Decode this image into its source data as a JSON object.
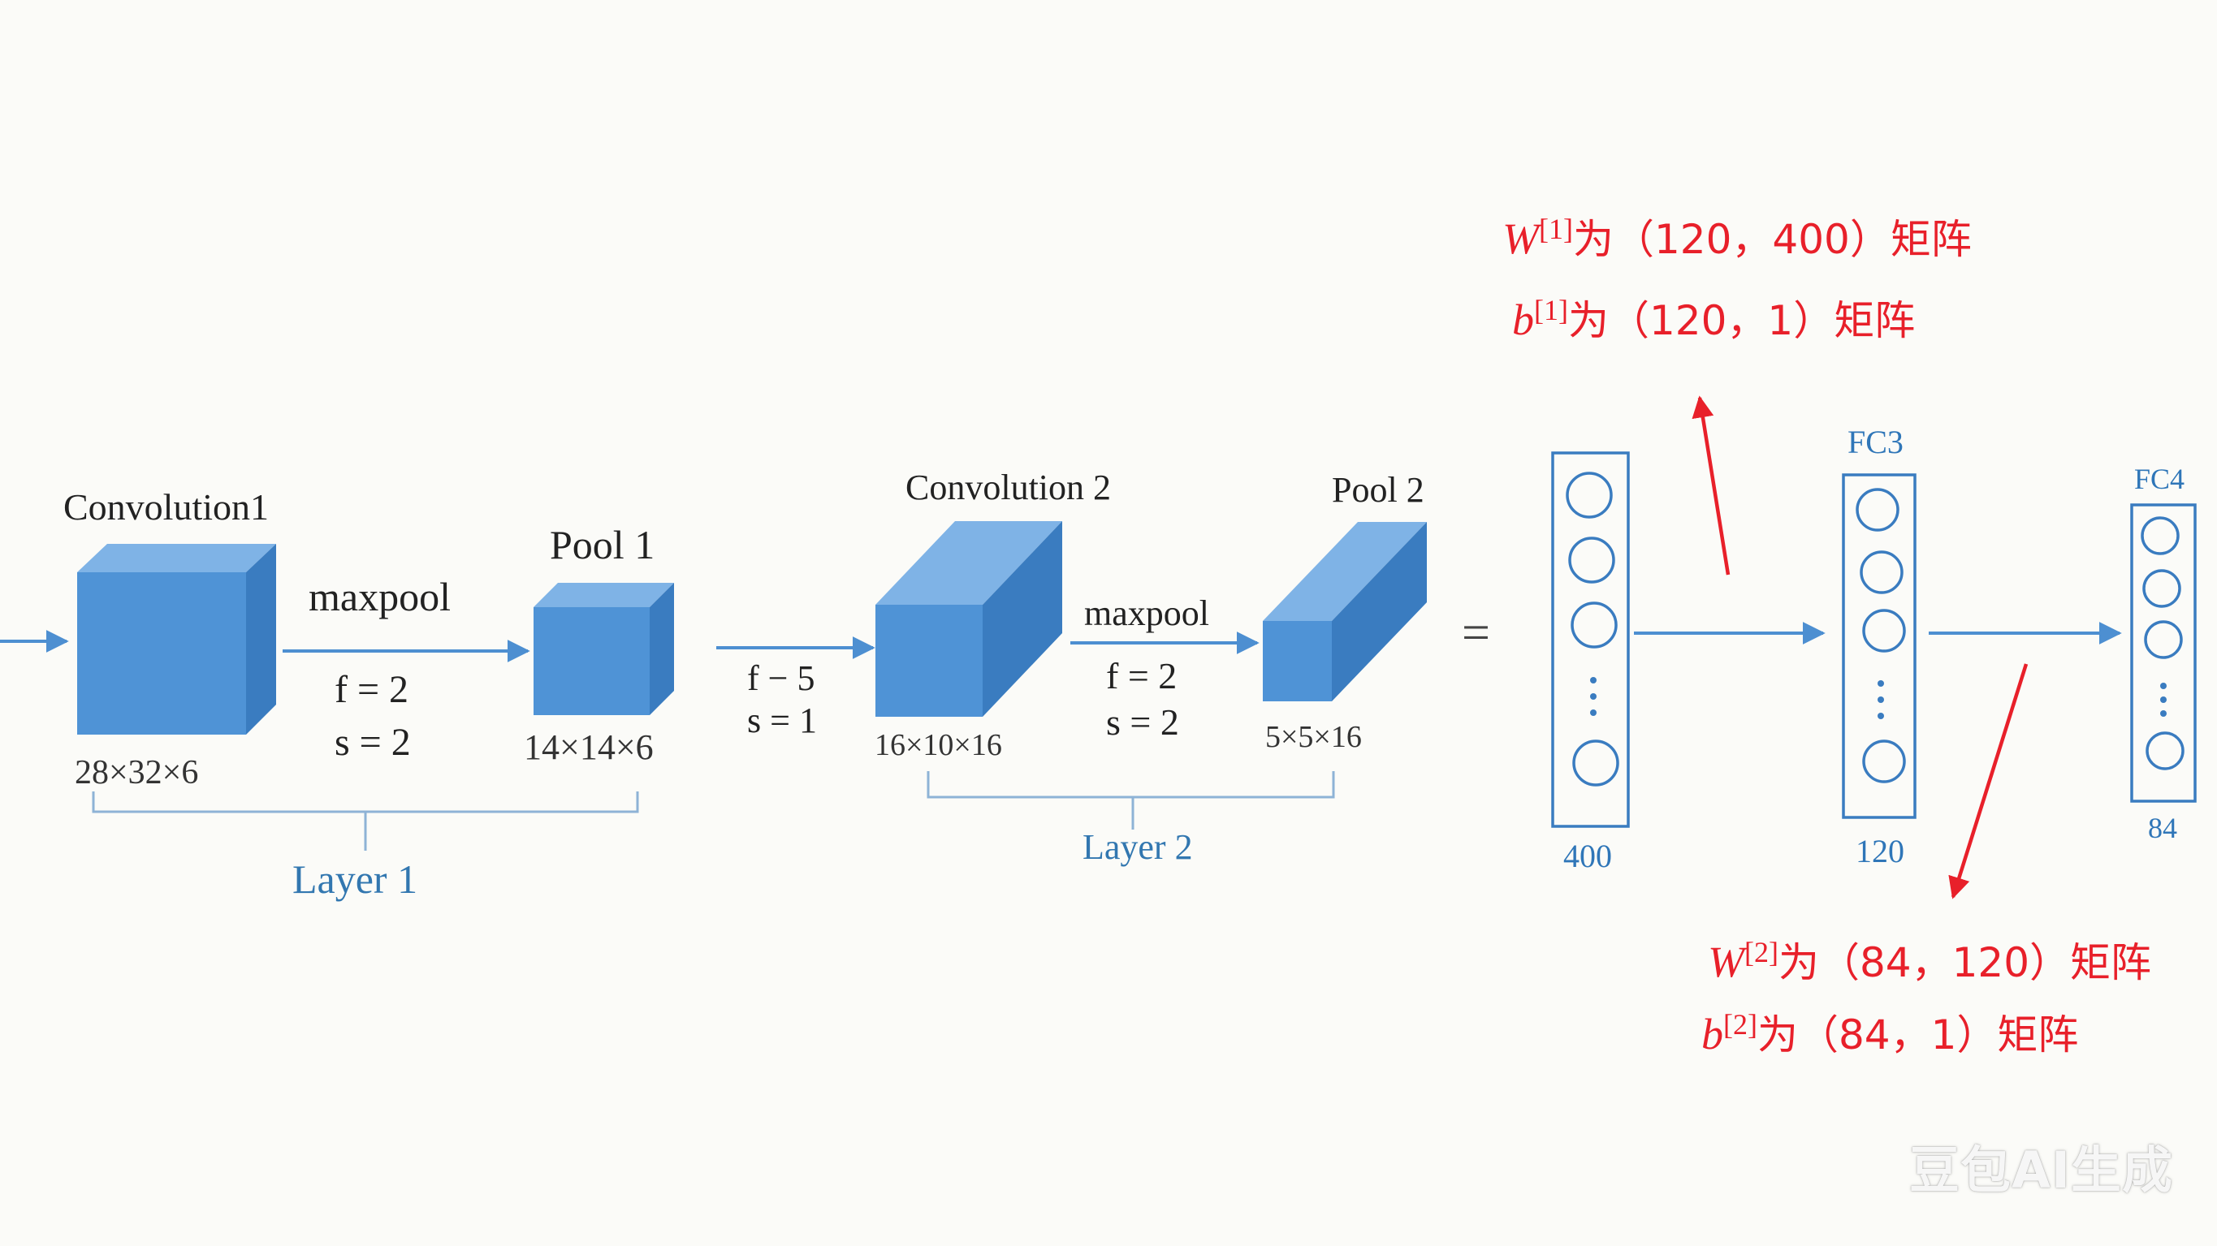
{
  "colors": {
    "cube_front": "#4f93d6",
    "cube_top": "#7fb3e6",
    "cube_side": "#3a7cc0",
    "arrow_blue": "#4d8fd1",
    "bracket": "#8eb3d6",
    "layer_text": "#3277b0",
    "fc_text": "#2f76b8",
    "annotation_red": "#e8202a",
    "dark_text": "#222222"
  },
  "layer1": {
    "conv_title": "Convolution1",
    "conv_dims": "28×32×6",
    "op_label": "maxpool",
    "op_f": "f = 2",
    "op_s": "s = 2",
    "pool_title": "Pool 1",
    "pool_dims": "14×14×6",
    "bracket_label": "Layer 1"
  },
  "between": {
    "f": "f − 5",
    "s": "s = 1"
  },
  "layer2": {
    "conv_title": "Convolution 2",
    "conv_dims": "16×10×16",
    "op_label": "maxpool",
    "op_f": "f = 2",
    "op_s": "s = 2",
    "pool_title": "Pool 2",
    "pool_dims": "5×5×16",
    "bracket_label": "Layer 2"
  },
  "equals": "=",
  "fc": {
    "input_count": "400",
    "fc3_title": "FC3",
    "fc3_count": "120",
    "fc4_title": "FC4",
    "fc4_count": "84"
  },
  "annotations": {
    "w1_var": "W",
    "w1_sup": "[1]",
    "w1_text": "为（120，400）矩阵",
    "b1_var": "b",
    "b1_sup": "[1]",
    "b1_text": "为（120，1）矩阵",
    "w2_var": "W",
    "w2_sup": "[2]",
    "w2_text": "为（84，120）矩阵",
    "b2_var": "b",
    "b2_sup": "[2]",
    "b2_text": "为（84，1）矩阵"
  },
  "watermark": "豆包AI生成"
}
